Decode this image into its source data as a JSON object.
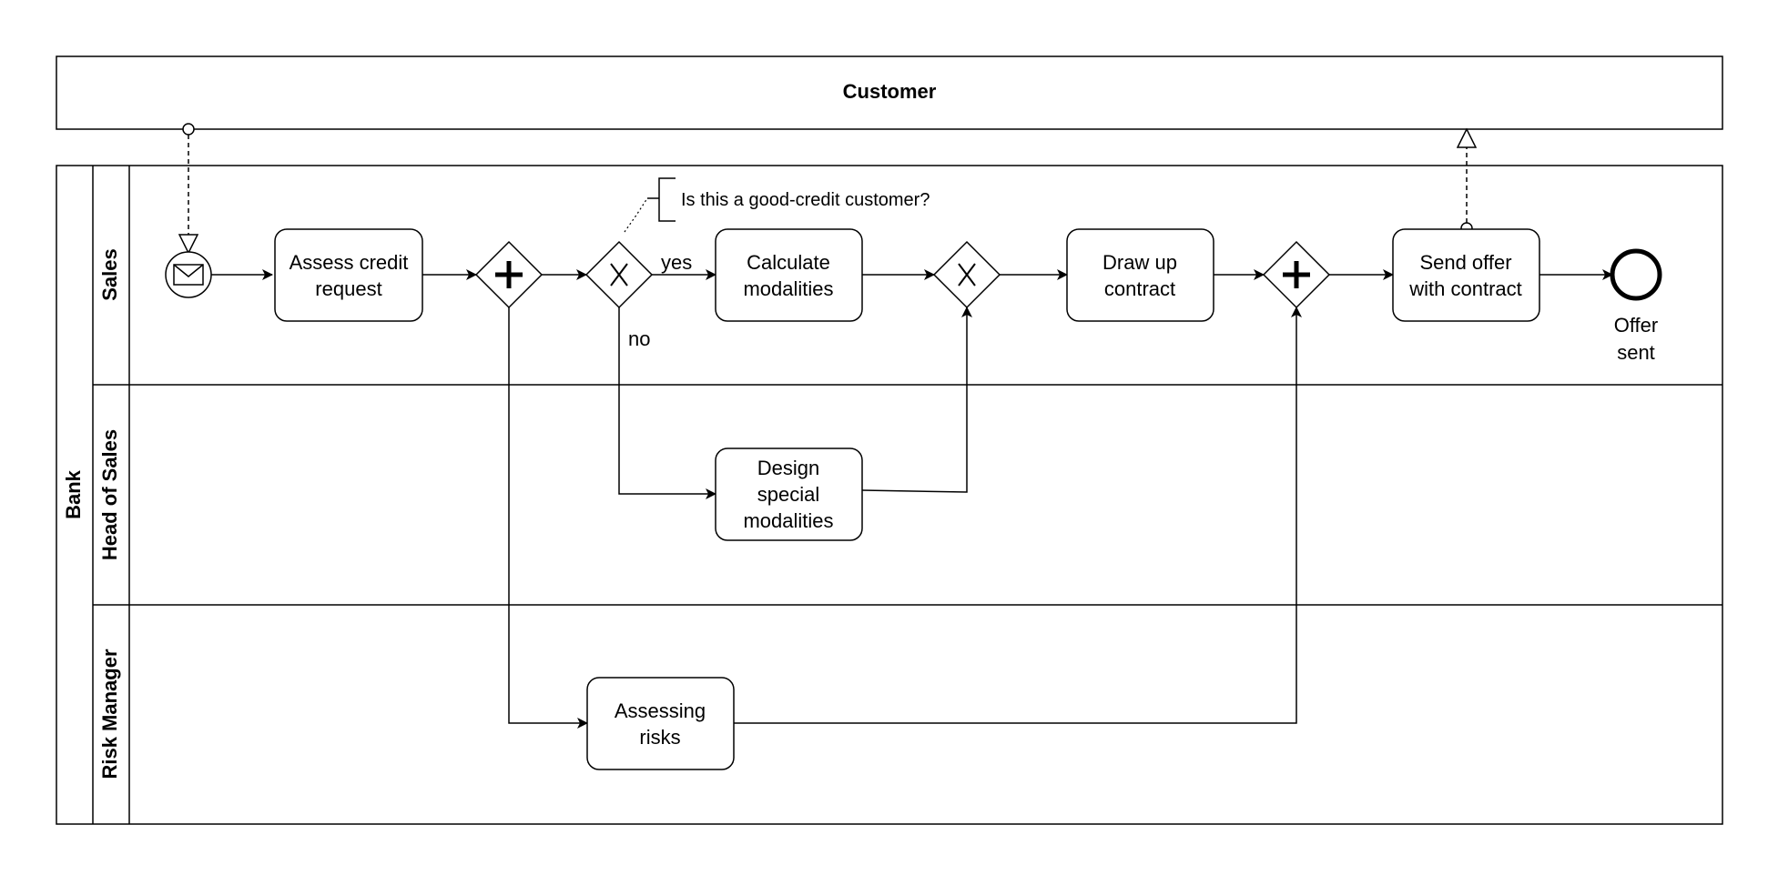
{
  "pool_customer": {
    "label": "Customer"
  },
  "pool_bank": {
    "label": "Bank"
  },
  "lanes": {
    "sales": "Sales",
    "head_of_sales": "Head of Sales",
    "risk_manager": "Risk Manager"
  },
  "tasks": {
    "assess_credit": [
      "Assess credit",
      "request"
    ],
    "calculate": [
      "Calculate",
      "modalities"
    ],
    "draw_up": [
      "Draw up",
      "contract"
    ],
    "send_offer": [
      "Send offer",
      "with contract"
    ],
    "design_special": [
      "Design",
      "special",
      "modalities"
    ],
    "assessing_risks": [
      "Assessing",
      "risks"
    ]
  },
  "end_event": [
    "Offer",
    "sent"
  ],
  "annotation": "Is this a good-credit customer?",
  "flow_labels": {
    "yes": "yes",
    "no": "no"
  }
}
